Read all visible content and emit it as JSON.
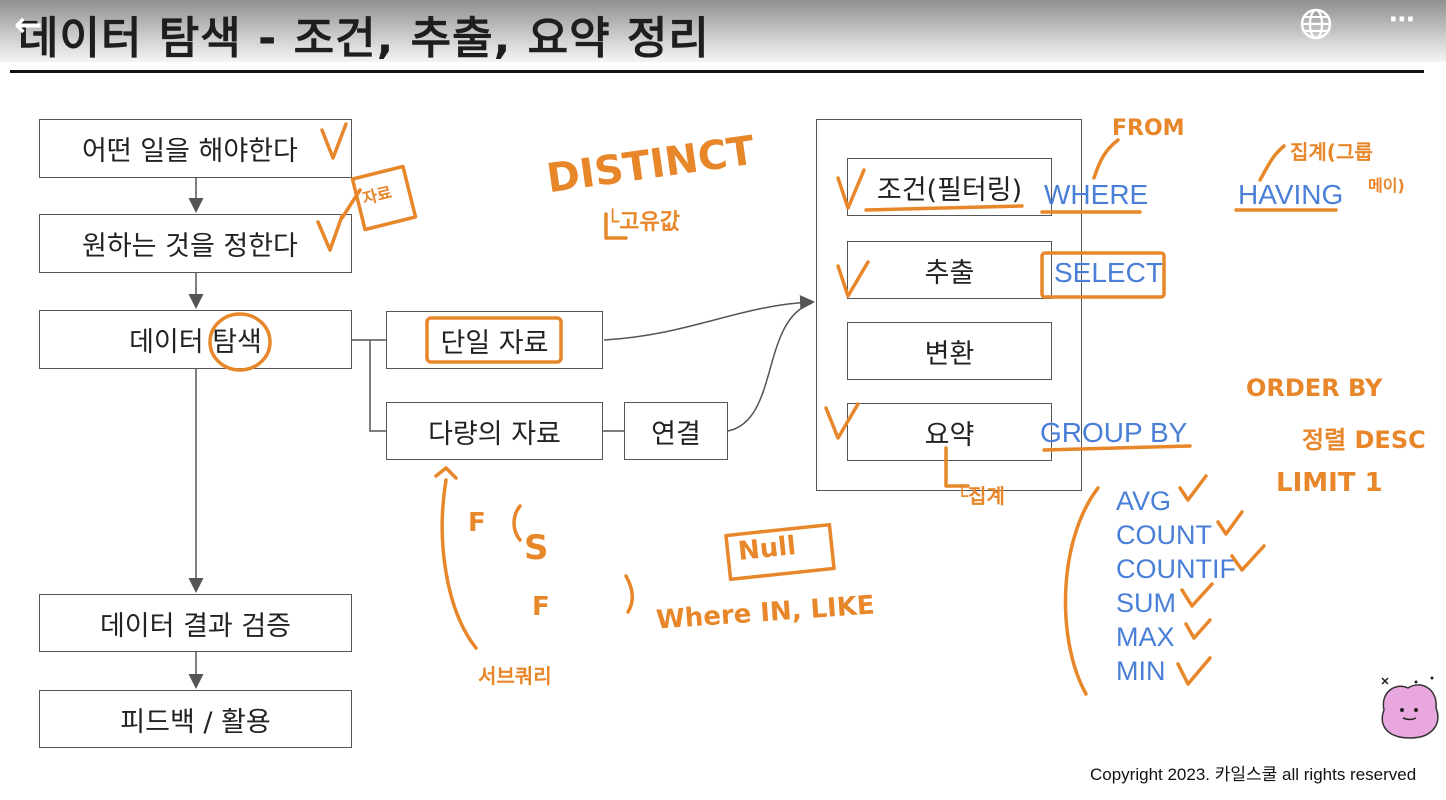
{
  "header": {
    "back_icon": "←",
    "title": "데이터 탐색 - 조건, 추출, 요약 정리",
    "globe_icon": "globe-icon",
    "more_icon": "⋯"
  },
  "flow": {
    "step1": "어떤 일을 해야한다",
    "step2": "원하는 것을 정한다",
    "step3": "데이터 탐색",
    "step4": "데이터 결과 검증",
    "step5": "피드백 / 활용",
    "single": "단일 자료",
    "multi": "다량의 자료",
    "join": "연결"
  },
  "ops": {
    "condition": "조건(필터링)",
    "extract": "추출",
    "transform": "변환",
    "summary": "요약"
  },
  "sql": {
    "where": "WHERE",
    "select": "SELECT",
    "group_by": "GROUP BY",
    "having": "HAVING",
    "aggregates": [
      "AVG",
      "COUNT",
      "COUNTIF",
      "SUM",
      "MAX",
      "MIN"
    ]
  },
  "annotations": {
    "from": "FROM",
    "distinct": "DISTINCT",
    "distinct_note": "└고유값",
    "having_note": "집계(그룹",
    "having_note2": "메이)",
    "order_by": "ORDER BY",
    "order_note": "정렬 DESC",
    "limit": "LIMIT 1",
    "summary_note": "└집계",
    "null": "Null",
    "where_in_like": "Where IN, LIKE",
    "subquery": "서브쿼리",
    "f1": "F",
    "s": "S",
    "f2": "F",
    "data_note": "자료"
  },
  "footer": {
    "copyright": "Copyright 2023. 카일스쿨 all rights reserved"
  },
  "colors": {
    "accent_blue": "#4a7fd8",
    "annotation_orange": "#e8862a"
  }
}
